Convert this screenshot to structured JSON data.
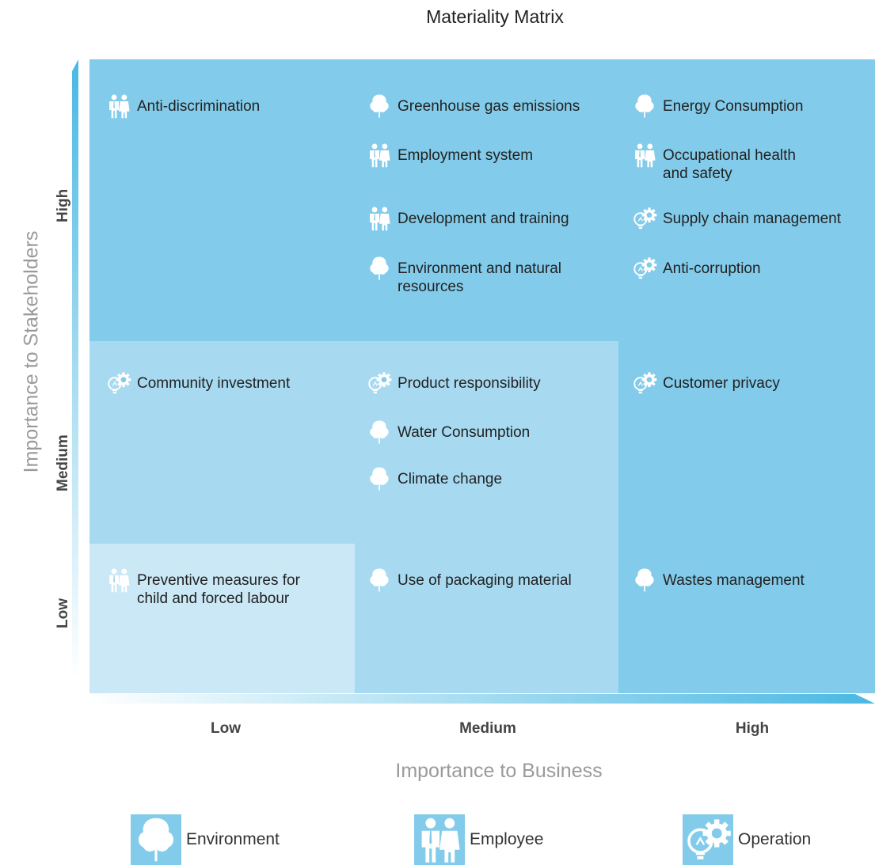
{
  "title": "Materiality Matrix",
  "colors": {
    "high_band": "#82cbea",
    "medium_band": "#a7daf1",
    "low_band": "#cbe8f6",
    "arrow": "#4ab8e3",
    "icon": "#ffffff"
  },
  "y_axis": {
    "label": "Importance to Stakeholders",
    "ticks": [
      "High",
      "Medium",
      "Low"
    ]
  },
  "x_axis": {
    "label": "Importance to Business",
    "ticks": [
      "Low",
      "Medium",
      "High"
    ]
  },
  "items": [
    {
      "label": "Anti-discrimination",
      "category": "employee",
      "icon": "employee-icon",
      "business": "Low",
      "stakeholders": "High"
    },
    {
      "label": "Greenhouse gas emissions",
      "category": "environment",
      "icon": "tree-icon",
      "business": "Medium",
      "stakeholders": "High"
    },
    {
      "label": "Employment system",
      "category": "employee",
      "icon": "employee-icon",
      "business": "Medium",
      "stakeholders": "High"
    },
    {
      "label": "Development and training",
      "category": "employee",
      "icon": "employee-icon",
      "business": "Medium",
      "stakeholders": "High"
    },
    {
      "label": "Environment and natural\nresources",
      "category": "environment",
      "icon": "tree-icon",
      "business": "Medium",
      "stakeholders": "High"
    },
    {
      "label": "Energy Consumption",
      "category": "environment",
      "icon": "tree-icon",
      "business": "High",
      "stakeholders": "High"
    },
    {
      "label": "Occupational health\nand safety",
      "category": "employee",
      "icon": "employee-icon",
      "business": "High",
      "stakeholders": "High"
    },
    {
      "label": "Supply chain management",
      "category": "operation",
      "icon": "gear-bulb-icon",
      "business": "High",
      "stakeholders": "High"
    },
    {
      "label": "Anti-corruption",
      "category": "operation",
      "icon": "gear-bulb-icon",
      "business": "High",
      "stakeholders": "High"
    },
    {
      "label": "Community investment",
      "category": "operation",
      "icon": "gear-bulb-icon",
      "business": "Low",
      "stakeholders": "Medium"
    },
    {
      "label": "Product responsibility",
      "category": "operation",
      "icon": "gear-bulb-icon",
      "business": "Medium",
      "stakeholders": "Medium"
    },
    {
      "label": "Water Consumption",
      "category": "environment",
      "icon": "tree-icon",
      "business": "Medium",
      "stakeholders": "Medium"
    },
    {
      "label": "Climate change",
      "category": "environment",
      "icon": "tree-icon",
      "business": "Medium",
      "stakeholders": "Medium"
    },
    {
      "label": "Customer privacy",
      "category": "operation",
      "icon": "gear-bulb-icon",
      "business": "High",
      "stakeholders": "Medium"
    },
    {
      "label": "Preventive measures for\nchild and forced labour",
      "category": "employee",
      "icon": "employee-icon",
      "business": "Low",
      "stakeholders": "Low"
    },
    {
      "label": "Use of packaging material",
      "category": "environment",
      "icon": "tree-icon",
      "business": "Medium",
      "stakeholders": "Low"
    },
    {
      "label": "Wastes management",
      "category": "environment",
      "icon": "tree-icon",
      "business": "High",
      "stakeholders": "Low"
    }
  ],
  "legend": [
    {
      "label": "Environment",
      "icon": "tree-icon"
    },
    {
      "label": "Employee",
      "icon": "employee-icon"
    },
    {
      "label": "Operation",
      "icon": "gear-bulb-icon"
    }
  ]
}
